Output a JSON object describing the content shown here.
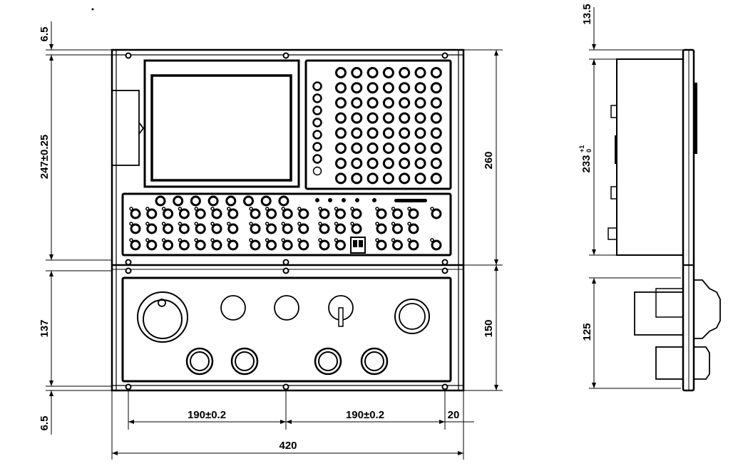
{
  "colors": {
    "ink": "#000000",
    "paper": "#ffffff"
  },
  "front_view": {
    "dimensions": {
      "top_margin": "6.5",
      "upper_height": "247±0.25",
      "lower_height": "137",
      "bottom_margin": "6.5",
      "upper_total": "260",
      "lower_total": "150",
      "hole_pitch_left": "190±0.2",
      "hole_pitch_right": "190±0.2",
      "right_offset": "20",
      "overall_width": "420"
    },
    "keypad_grid": {
      "cols": 7,
      "rows": 8
    },
    "side_keys": 8,
    "top_row_keys": 8,
    "indicator_dots": 5
  },
  "side_view": {
    "dimensions": {
      "top_offset": "13.5",
      "box_depth": "233",
      "box_depth_tol_upper": "+1",
      "box_depth_tol_lower": "0",
      "lower_height": "125"
    }
  }
}
